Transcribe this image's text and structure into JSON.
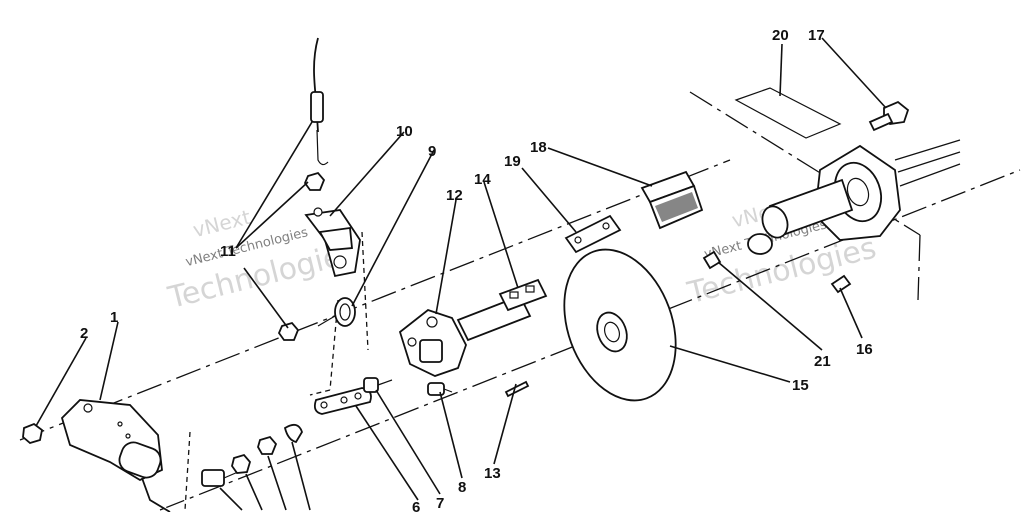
{
  "watermarks": [
    {
      "line1": "vNext",
      "line2": "Technologies",
      "small": "vNext Technologies"
    },
    {
      "line1": "vNext",
      "line2": "Technologies",
      "small": "vNext Technologies"
    }
  ],
  "callouts": [
    "1",
    "2",
    "6",
    "7",
    "8",
    "9",
    "10",
    "11",
    "12",
    "13",
    "14",
    "15",
    "16",
    "17",
    "18",
    "19",
    "20",
    "21"
  ],
  "colors": {
    "ink": "#111111",
    "paper": "#ffffff",
    "watermark": "#c8c8c8"
  }
}
